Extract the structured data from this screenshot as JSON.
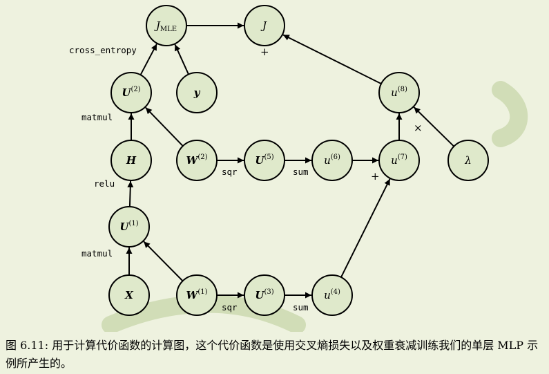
{
  "nodes": {
    "jmle": {
      "main": "J",
      "sub": "MLE",
      "sup": ""
    },
    "j": {
      "main": "J",
      "sub": "",
      "sup": ""
    },
    "u2": {
      "main": "U",
      "sub": "",
      "sup": "(2)"
    },
    "y": {
      "main": "y",
      "sub": "",
      "sup": ""
    },
    "u8": {
      "main": "u",
      "sub": "",
      "sup": "(8)"
    },
    "h": {
      "main": "H",
      "sub": "",
      "sup": ""
    },
    "w2": {
      "main": "W",
      "sub": "",
      "sup": "(2)"
    },
    "u5": {
      "main": "U",
      "sub": "",
      "sup": "(5)"
    },
    "u6": {
      "main": "u",
      "sub": "",
      "sup": "(6)"
    },
    "u7": {
      "main": "u",
      "sub": "",
      "sup": "(7)"
    },
    "lambda": {
      "main": "λ",
      "sub": "",
      "sup": ""
    },
    "u1": {
      "main": "U",
      "sub": "",
      "sup": "(1)"
    },
    "x": {
      "main": "X",
      "sub": "",
      "sup": ""
    },
    "w1": {
      "main": "W",
      "sub": "",
      "sup": "(1)"
    },
    "u3": {
      "main": "U",
      "sub": "",
      "sup": "(3)"
    },
    "u4": {
      "main": "u",
      "sub": "",
      "sup": "(4)"
    }
  },
  "operations": {
    "cross_entropy": "cross_entropy",
    "matmul_top": "matmul",
    "relu": "relu",
    "matmul_bottom": "matmul",
    "sqr_top": "sqr",
    "sum_top": "sum",
    "sqr_bottom": "sqr",
    "sum_bottom": "sum",
    "plus_j": "+",
    "plus_u7": "+",
    "times_u8": "×"
  },
  "caption": {
    "figure_label": "图 6.11:",
    "text": "用于计算代价函数的计算图，这个代价函数是使用交叉熵损失以及权重衰减训练我们的单层 MLP 示例所产生的。"
  },
  "colors": {
    "background": "#eef2df",
    "node_fill": "#dfe9cb",
    "stroke": "#000000"
  }
}
